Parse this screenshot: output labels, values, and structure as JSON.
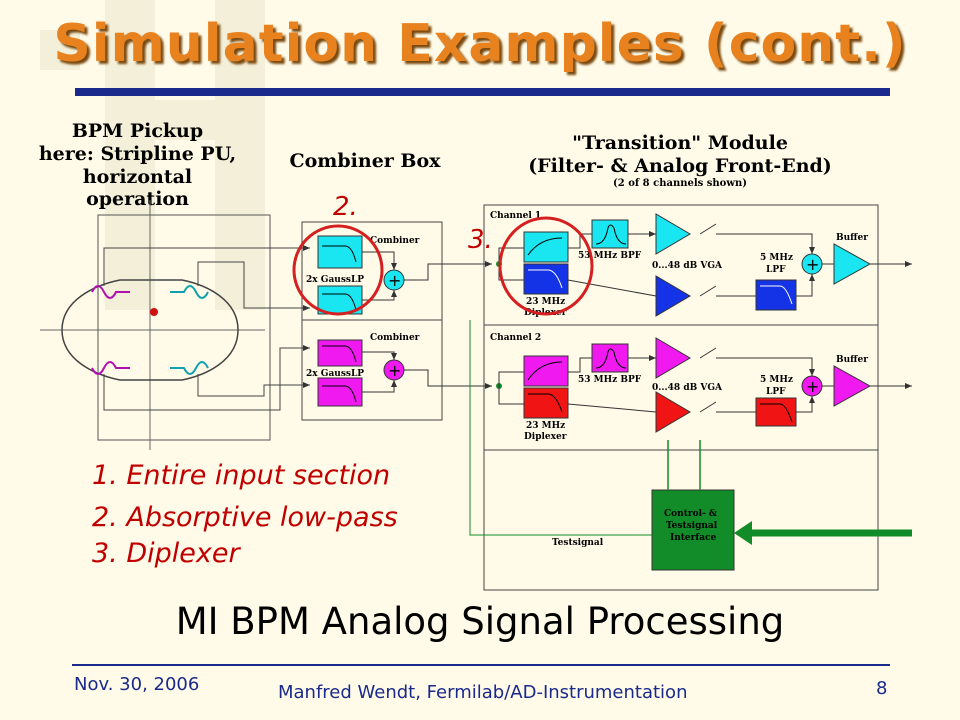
{
  "slide": {
    "title": "Simulation Examples (cont.)",
    "subtitle": "MI BPM Analog Signal Processing",
    "footer_date": "Nov. 30, 2006",
    "footer_author": "Manfred Wendt, Fermilab/AD-Instrumentation",
    "page_number": "8"
  },
  "diagram": {
    "pickup_header_1": "BPM Pickup",
    "pickup_header_2": "here: Stripline PU,",
    "pickup_header_3": "horizontal operation",
    "combiner_header": "Combiner Box",
    "transition_header_1": "\"Transition\" Module",
    "transition_header_2": "(Filter- & Analog Front-End)",
    "transition_header_3": "(2 of 8 channels shown)",
    "combiner_label": "Combiner",
    "gausslp_label": "2x GaussLP",
    "channel1_label": "Channel 1",
    "channel2_label": "Channel 2",
    "bpf_label": "53 MHz BPF",
    "vga_label": "0...48 dB VGA",
    "lpf_label_1": "5 MHz",
    "lpf_label_2": "LPF",
    "buffer_label": "Buffer",
    "diplexer_label_1": "23 MHz",
    "diplexer_label_2": "Diplexer",
    "testsignal_label": "Testsignal",
    "control_label_1": "Control- &",
    "control_label_2": "Testsignal",
    "control_label_3": "Interface",
    "marker_2": "2.",
    "marker_3": "3."
  },
  "notes": [
    "1. Entire input section",
    "2. Absorptive low-pass",
    "3. Diplexer"
  ],
  "colors": {
    "title": "#e8821e",
    "accent_bar": "#1a2a8c",
    "cyan": "#19e6f0",
    "blue": "#1432e6",
    "magenta": "#f019f0",
    "red": "#f01414",
    "green": "#128c28",
    "highlight": "#d42020"
  }
}
